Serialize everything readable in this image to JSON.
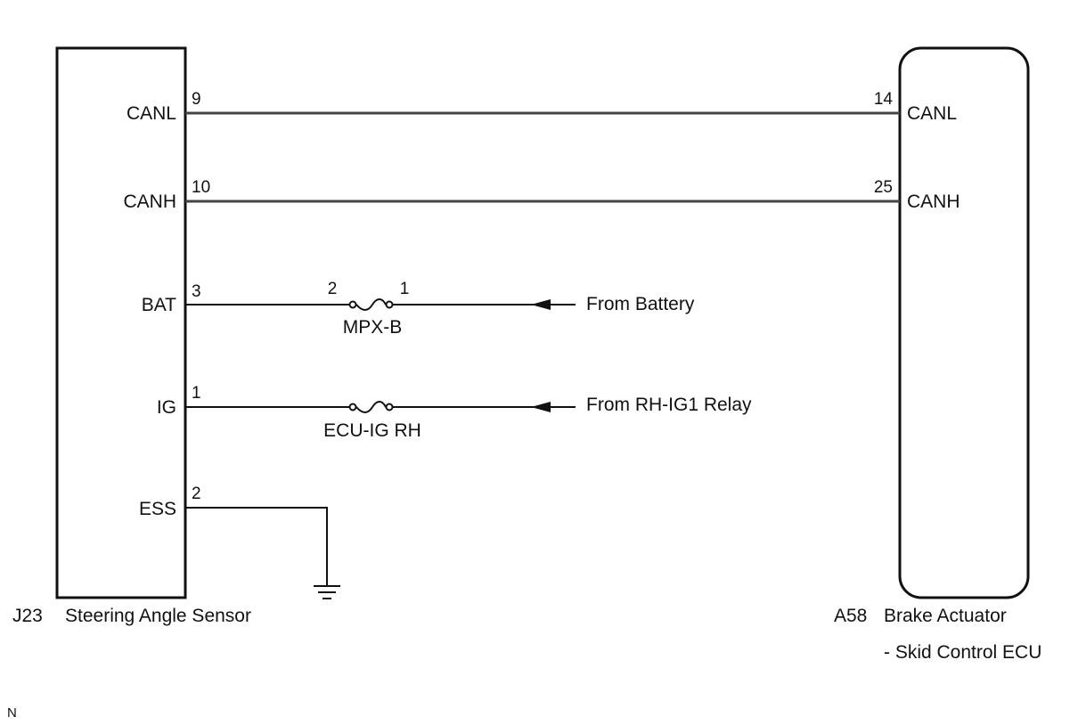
{
  "left_component": {
    "id": "J23",
    "name": "Steering Angle Sensor",
    "pins": [
      {
        "label": "CANL",
        "number": "9"
      },
      {
        "label": "CANH",
        "number": "10"
      },
      {
        "label": "BAT",
        "number": "3"
      },
      {
        "label": "IG",
        "number": "1"
      },
      {
        "label": "ESS",
        "number": "2"
      }
    ]
  },
  "right_component": {
    "id": "A58",
    "name_line1": "Brake Actuator",
    "name_line2": "- Skid Control ECU",
    "pins": [
      {
        "label": "CANL",
        "number": "14"
      },
      {
        "label": "CANH",
        "number": "25"
      }
    ]
  },
  "fuses": [
    {
      "name": "MPX-B",
      "pin_left": "2",
      "pin_right": "1",
      "source": "From Battery"
    },
    {
      "name": "ECU-IG RH",
      "source": "From RH-IG1 Relay"
    }
  ],
  "corner_mark": "N"
}
